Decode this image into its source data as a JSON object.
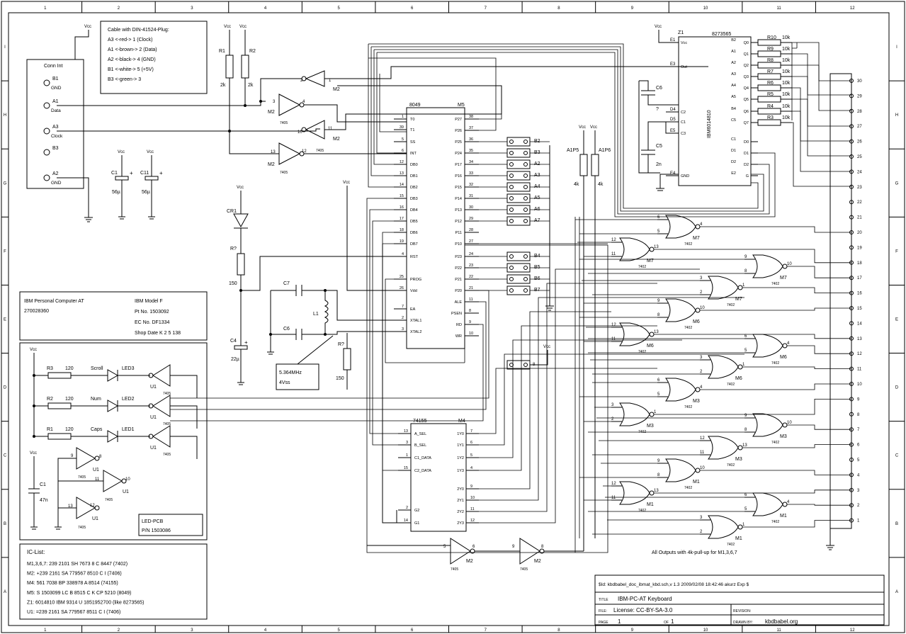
{
  "border": {
    "columns": [
      "1",
      "2",
      "3",
      "4",
      "5",
      "6",
      "7",
      "8",
      "9",
      "10",
      "11",
      "12"
    ],
    "rows": [
      "I",
      "H",
      "G",
      "F",
      "E",
      "D",
      "C",
      "B",
      "A"
    ]
  },
  "connector": {
    "title": "Conn Int",
    "pins": [
      {
        "name": "B1",
        "signal": "GND"
      },
      {
        "name": "A1",
        "signal": "Data"
      },
      {
        "name": "A3",
        "signal": "Clock"
      },
      {
        "name": "B3",
        "signal": ""
      },
      {
        "name": "A2",
        "signal": "GND"
      }
    ]
  },
  "cable_note": {
    "lines": [
      "Cable with DIN-41524-Plug:",
      "A3 <-red-> 1 (Clock)",
      "A1 <-brown-> 2 (Data)",
      "A2 <-black-> 4 (GND)",
      "B1 <-white-> 5 (+5V)",
      "B3 <-green-> 3"
    ]
  },
  "supply": {
    "vcc": "Vcc"
  },
  "resistors": {
    "r1": {
      "name": "R1",
      "value": "2k"
    },
    "r2": {
      "name": "R2",
      "value": "2k"
    },
    "rq": {
      "name": "R?",
      "value": "150"
    },
    "rq2": {
      "name": "R?",
      "value": "150"
    },
    "a1p5": {
      "name": "A1P5",
      "value": "4k"
    },
    "a1p6": {
      "name": "A1P6",
      "value": "4k"
    },
    "led_r": [
      {
        "name": "R3",
        "value": "120"
      },
      {
        "name": "R2",
        "value": "120"
      },
      {
        "name": "R1",
        "value": "120"
      }
    ],
    "bank": [
      {
        "name": "R10",
        "value": "10k"
      },
      {
        "name": "R9",
        "value": "10k"
      },
      {
        "name": "R8",
        "value": "10k"
      },
      {
        "name": "R7",
        "value": "10k"
      },
      {
        "name": "R6",
        "value": "10k"
      },
      {
        "name": "R5",
        "value": "10k"
      },
      {
        "name": "R4",
        "value": "10k"
      },
      {
        "name": "R3",
        "value": "10k"
      }
    ]
  },
  "caps": {
    "c1": {
      "name": "C1",
      "value": "56µ"
    },
    "c11": {
      "name": "C11",
      "value": "56µ"
    },
    "c4": {
      "name": "C4",
      "value": "22µ"
    },
    "c5": {
      "name": "C5",
      "value": "2n"
    },
    "c6": {
      "name": "C6",
      "value": "?"
    },
    "c7": {
      "name": "C7"
    },
    "c6b": {
      "name": "C6"
    },
    "c1led": {
      "name": "C1",
      "value": "47n"
    }
  },
  "diode": {
    "name": "CR1"
  },
  "inductor": {
    "name": "L1"
  },
  "crystal": {
    "lines": [
      "5.364MHz",
      "4Vss"
    ]
  },
  "gates": {
    "m2_7405": {
      "part": "M2",
      "type": "7405"
    },
    "u1": {
      "part": "U1",
      "type": "7405"
    },
    "nor_type": "7402"
  },
  "mcu": {
    "name": "8049",
    "ref": "M5",
    "left_pins": [
      {
        "num": "1",
        "name": "T0"
      },
      {
        "num": "39",
        "name": "T1"
      },
      {
        "num": "5",
        "name": "SS"
      },
      {
        "num": "6",
        "name": "INT"
      },
      {
        "num": "12",
        "name": "DB0"
      },
      {
        "num": "13",
        "name": "DB1"
      },
      {
        "num": "14",
        "name": "DB2"
      },
      {
        "num": "15",
        "name": "DB3"
      },
      {
        "num": "16",
        "name": "DB4"
      },
      {
        "num": "17",
        "name": "DB5"
      },
      {
        "num": "18",
        "name": "DB6"
      },
      {
        "num": "19",
        "name": "DB7"
      },
      {
        "num": "4",
        "name": "RST"
      },
      {
        "num": "25",
        "name": "PROG"
      },
      {
        "num": "26",
        "name": "Vdd"
      },
      {
        "num": "7",
        "name": "EA"
      },
      {
        "num": "2",
        "name": "XTAL1"
      },
      {
        "num": "3",
        "name": "XTAL2"
      }
    ],
    "right_pins": [
      {
        "num": "38",
        "name": "P27"
      },
      {
        "num": "37",
        "name": "P26"
      },
      {
        "num": "36",
        "name": "P25"
      },
      {
        "num": "35",
        "name": "P24"
      },
      {
        "num": "34",
        "name": "P17"
      },
      {
        "num": "33",
        "name": "P16"
      },
      {
        "num": "32",
        "name": "P15"
      },
      {
        "num": "31",
        "name": "P14"
      },
      {
        "num": "30",
        "name": "P13"
      },
      {
        "num": "29",
        "name": "P12"
      },
      {
        "num": "28",
        "name": "P11"
      },
      {
        "num": "27",
        "name": "P10"
      },
      {
        "num": "24",
        "name": "P23"
      },
      {
        "num": "23",
        "name": "P22"
      },
      {
        "num": "22",
        "name": "P21"
      },
      {
        "num": "21",
        "name": "P20"
      },
      {
        "num": "11",
        "name": "ALE"
      },
      {
        "num": "8",
        "name": "PSEN"
      },
      {
        "num": "9",
        "name": "RD"
      },
      {
        "num": "10",
        "name": "WR"
      }
    ]
  },
  "jumpers": {
    "upper": [
      "B2",
      "B3",
      "A2",
      "A3",
      "A4",
      "A5",
      "A6",
      "A7"
    ],
    "lower": [
      "B4",
      "B5",
      "B6",
      "B7"
    ],
    "single": "8"
  },
  "decoder": {
    "name": "74155",
    "ref": "M4",
    "left_pins": [
      {
        "num": "13",
        "name": "A_SEL"
      },
      {
        "num": "3",
        "name": "B_SEL"
      },
      {
        "num": "1",
        "name": "C1_DATA"
      },
      {
        "num": "15",
        "name": "C2_DATA"
      },
      {
        "num": "2",
        "name": "G2"
      },
      {
        "num": "14",
        "name": "G1"
      }
    ],
    "right_pins": [
      {
        "num": "7",
        "name": "1Y0"
      },
      {
        "num": "6",
        "name": "1Y1"
      },
      {
        "num": "5",
        "name": "1Y2"
      },
      {
        "num": "4",
        "name": "1Y3"
      },
      {
        "num": "9",
        "name": "2Y0"
      },
      {
        "num": "10",
        "name": "2Y1"
      },
      {
        "num": "11",
        "name": "2Y2"
      },
      {
        "num": "12",
        "name": "2Y3"
      }
    ]
  },
  "latch": {
    "ref": "Z1",
    "name": "8273565",
    "vertical": "IBM6014810",
    "left_pins": [
      {
        "name": "E1",
        "label": "Vcc"
      },
      {
        "name": "E3",
        "label": "Out"
      },
      {
        "name": "D4",
        "label": "C2"
      },
      {
        "name": "D5",
        "label": "C1"
      },
      {
        "name": "E5",
        "label": "C3"
      },
      {
        "name": "E4",
        "label": "GND"
      }
    ],
    "right_pins": [
      {
        "name": "B2",
        "label": "Q0"
      },
      {
        "name": "A1",
        "label": "Q1"
      },
      {
        "name": "A2",
        "label": "Q2"
      },
      {
        "name": "A3",
        "label": "Q3"
      },
      {
        "name": "A4",
        "label": "Q4"
      },
      {
        "name": "A5",
        "label": "Q5"
      },
      {
        "name": "B4",
        "label": "Q6"
      },
      {
        "name": "C5",
        "label": "Q7"
      },
      {
        "name": "C1",
        "label": "D0"
      },
      {
        "name": "D1",
        "label": "D1"
      },
      {
        "name": "D2",
        "label": "D2"
      },
      {
        "name": "E2",
        "label": "G"
      }
    ]
  },
  "header_pins": [
    "30",
    "29",
    "28",
    "27",
    "26",
    "25",
    "24",
    "23",
    "22",
    "21",
    "20",
    "19",
    "18",
    "17",
    "16",
    "15",
    "14",
    "13",
    "12",
    "11",
    "10",
    "9",
    "8",
    "7",
    "6",
    "5",
    "4",
    "3",
    "2",
    "1"
  ],
  "nor_refs": [
    "M7",
    "M7",
    "M7",
    "M7",
    "M6",
    "M6",
    "M6",
    "M6",
    "M3",
    "M3",
    "M3",
    "M3",
    "M1",
    "M1",
    "M1",
    "M1"
  ],
  "leds": [
    {
      "label": "Scroll",
      "name": "LED3"
    },
    {
      "label": "Num",
      "name": "LED2"
    },
    {
      "label": "Caps",
      "name": "LED1"
    }
  ],
  "led_pcb": {
    "lines": [
      "LED-PCB",
      "P/N 1503086"
    ]
  },
  "pc_info": {
    "lines": [
      "IBM Personal Computer AT",
      "270028360"
    ]
  },
  "model_info": {
    "lines": [
      "IBM Model F",
      "Pt No. 1503092",
      "EC No. DF1334",
      "Shop Date K 2 5 138"
    ]
  },
  "ic_list": {
    "title": "IC-List:",
    "lines": [
      "M1,3,6,7: 239 2101 SH 7673 8 C 8447 (7402)",
      "M2: +239 2161 SA 779567 8510 C I (7406)",
      "M4: 561 7038 BP 338978 A 8514 (74155)",
      "M5: S 1503099 LC B 8515 C K CP 5210 (8049)",
      "Z1: 6014810 IBM 9314 U 1851952700 (like 8273565)",
      "U1: =239 2161 SA 779567 8511 C I (7406)"
    ]
  },
  "pullup_note": "All Outputs with 4k-pull-up for M1,3,6,7",
  "title_block": {
    "id": "$Id: kbdbabel_doc_ibmat_kbd.sch,v 1.3 2009/02/08 18:42:46 akurz Exp $",
    "title_label": "TITLE",
    "title": "IBM-PC-AT Keyboard",
    "file_label": "FILE:",
    "file": "License: CC-BY-SA-3.0",
    "revision_label": "REVISION:",
    "page_label": "PAGE",
    "page": "1",
    "of_label": "OF",
    "of": "1",
    "drawn_label": "DRAWN BY:",
    "drawn": "kbdbabel.org"
  }
}
